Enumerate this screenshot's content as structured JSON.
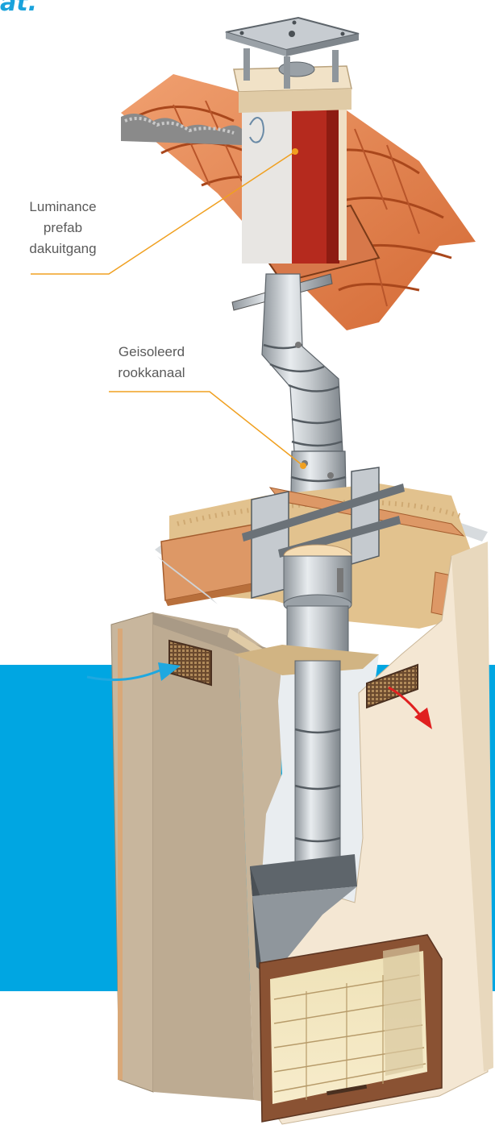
{
  "heading": {
    "text": "at.",
    "color": "#1aa3dc"
  },
  "labels": {
    "roof_exit": {
      "line1": "Luminance",
      "line2": "prefab",
      "line3": "dakuitgang"
    },
    "flue": {
      "line1": "Geisoleerd",
      "line2": "rookkanaal"
    }
  },
  "colors": {
    "background_band": "#00a6e2",
    "leader_line": "#f0a020",
    "roof_tiles": "#e5804a",
    "chimney_red": "#b52a1e",
    "enclosure_wall": "#f4e7d3",
    "steel": "#b9bec3",
    "insulation": "#e2c28e",
    "air_in_arrow": "#1fa8e0",
    "air_out_arrow": "#e02020"
  },
  "icons": {
    "air_in": "arrow-in-icon",
    "air_out": "arrow-out-icon"
  }
}
